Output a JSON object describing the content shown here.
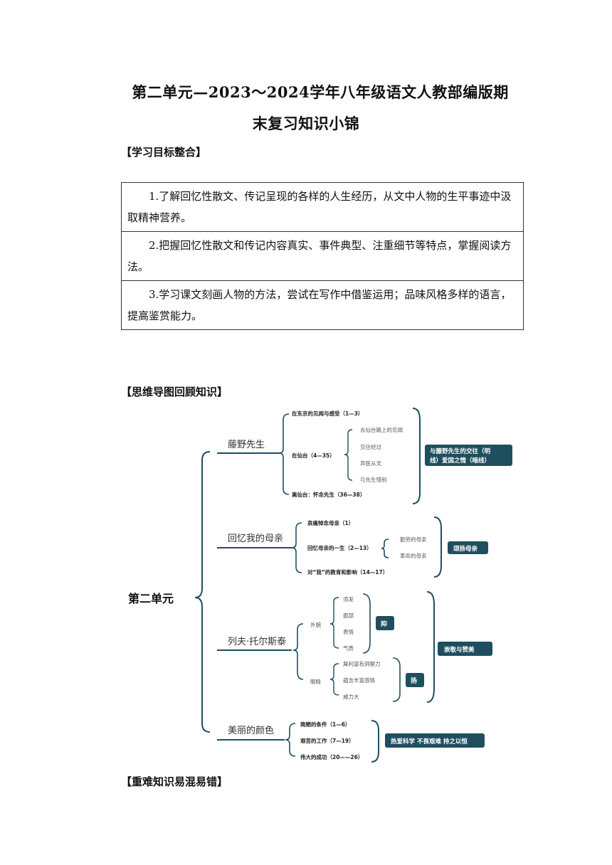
{
  "doc": {
    "title_line1": "第二单元—2023～2024学年八年级语文人教部编版期",
    "title_line2": "末复习知识小锦",
    "section_goals": "【学习目标整合】",
    "section_mindmap": "【思维导图回顾知识】",
    "section_difficult": "【重难知识易混易错】"
  },
  "goals": [
    "1.了解回忆性散文、传记呈现的各样的人生经历，从文中人物的生平事迹中汲取精神营养。",
    "2.把握回忆性散文和传记内容真实、事件典型、注重细节等特点，掌握阅读方法。",
    "3.学习课文刻画人物的方法，尝试在写作中借鉴运用；品味风格多样的语言，提高鉴赏能力。"
  ],
  "mindmap": {
    "root": "第二单元",
    "colors": {
      "line": "#1f4f5f",
      "box": "#1f4f5f",
      "box_text": "#ffffff"
    },
    "branches": [
      {
        "title": "藤野先生",
        "items": [
          "在东京的见闻与感受（1—3）",
          "在仙台（4—35）",
          "离仙台：怀念先生（36—38）"
        ],
        "sub": [
          "去仙台路上的见闻",
          "交往经过",
          "弃医从文",
          "与先生惜别"
        ],
        "summary": [
          "与藤野先生的交往（明",
          "线）爱国之情（暗线）"
        ]
      },
      {
        "title": "回忆我的母亲",
        "items": [
          "哀痛悼念母亲（1）",
          "回忆母亲的一生（2—13）",
          "对“我”的教育和影响（14—17）"
        ],
        "sub": [
          "勤劳的母亲",
          "革命的母亲"
        ],
        "summary": [
          "颂扬母亲"
        ]
      },
      {
        "title": "列夫·托尔斯泰",
        "groups": [
          {
            "label": "外貌",
            "items": [
              "须发",
              "面部",
              "表情",
              "气质"
            ],
            "tag": "抑"
          },
          {
            "label": "眼睛",
            "items": [
              "犀利富有洞察力",
              "蕴含丰富感情",
              "威力大"
            ],
            "tag": "扬"
          }
        ],
        "summary": [
          "崇敬与赞美"
        ]
      },
      {
        "title": "美丽的颜色",
        "items": [
          "简陋的条件（1—6）",
          "艰苦的工作（7—19）",
          "伟大的成功（20——26）"
        ],
        "summary": [
          "热爱科学 不畏艰难 持之以恒"
        ]
      }
    ]
  }
}
